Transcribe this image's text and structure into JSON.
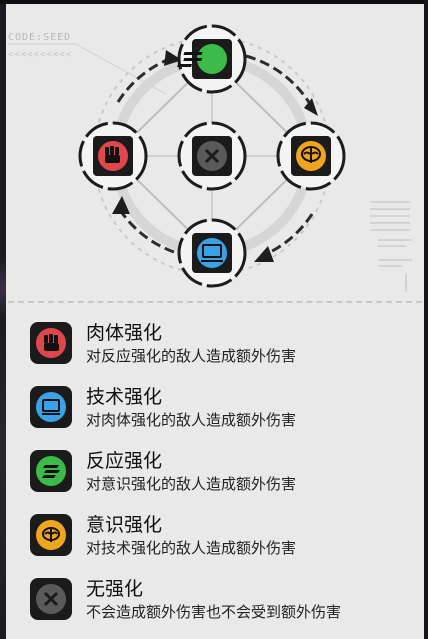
{
  "header": {
    "code_label": "CODE:SEED",
    "arrow_marks": "<<<<<<<<<<"
  },
  "diagram": {
    "nodes": [
      {
        "key": "tech",
        "icon": "terminal-icon",
        "color": "#3aa3e8"
      },
      {
        "key": "body",
        "icon": "fist-icon",
        "color": "#e0474c"
      },
      {
        "key": "reaction",
        "icon": "stripes-icon",
        "color": "#3dbb4a"
      },
      {
        "key": "mind",
        "icon": "brain-icon",
        "color": "#f0a51e"
      },
      {
        "key": "none",
        "icon": "x-circle-icon",
        "color": "#5a5a5a"
      }
    ]
  },
  "legend": {
    "items": [
      {
        "title": "肉体强化",
        "desc": "对反应强化的敌人造成额外伤害",
        "icon": "fist-icon",
        "color": "#e0474c"
      },
      {
        "title": "技术强化",
        "desc": "对肉体强化的敌人造成额外伤害",
        "icon": "terminal-icon",
        "color": "#3aa3e8"
      },
      {
        "title": "反应强化",
        "desc": "对意识强化的敌人造成额外伤害",
        "icon": "stripes-icon",
        "color": "#3dbb4a"
      },
      {
        "title": "意识强化",
        "desc": "对技术强化的敌人造成额外伤害",
        "icon": "brain-icon",
        "color": "#f0a51e"
      },
      {
        "title": "无强化",
        "desc": "不会造成额外伤害也不会受到额外伤害",
        "icon": "x-circle-icon",
        "color": "#5a5a5a"
      }
    ]
  }
}
